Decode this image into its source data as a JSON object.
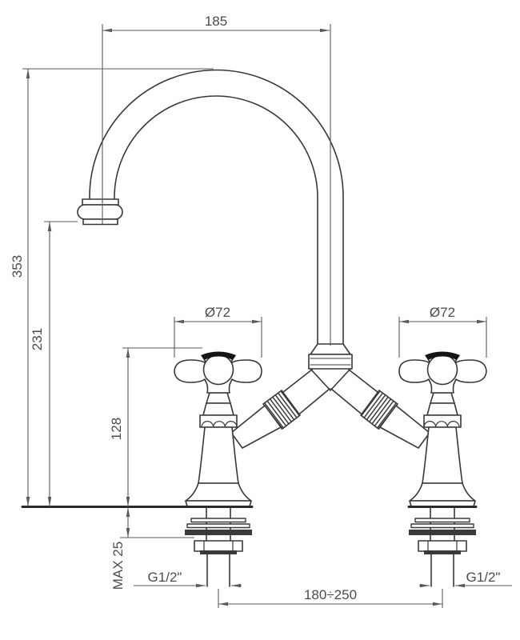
{
  "drawing": {
    "type": "technical dimension drawing",
    "subject": "two-handle bridge mixer faucet with swan-neck spout, front elevation"
  },
  "labels": {
    "spout_reach": "185",
    "overall_height": "353",
    "spout_outlet_height": "231",
    "handle_top_height": "128",
    "max_deck_thickness": "MAX 25",
    "left_handle_diameter": "Ø72",
    "right_handle_diameter": "Ø72",
    "left_inlet_thread": "G1/2\"",
    "right_inlet_thread": "G1/2\"",
    "inlet_centre_distance": "180÷250"
  },
  "colors": {
    "outline": "#383838",
    "dimension": "#5a5a5a",
    "text": "#4c4c4c",
    "background": "#ffffff"
  }
}
